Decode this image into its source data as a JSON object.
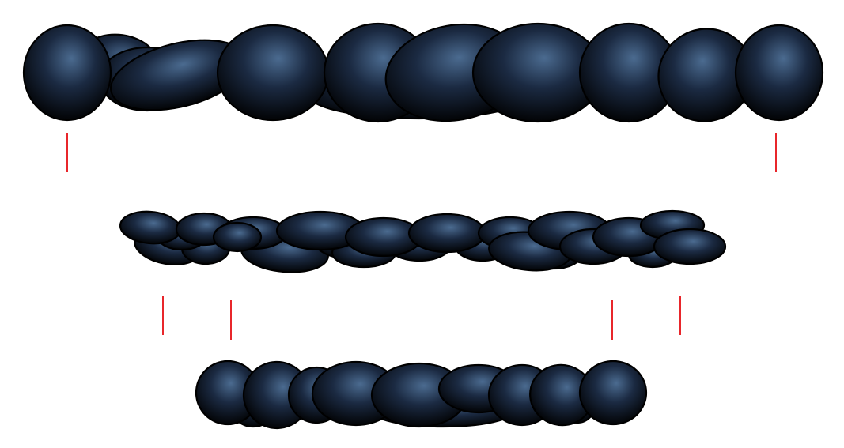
{
  "colors": {
    "background": "#ffffff",
    "bead_highlight": "#4b6b90",
    "bead_mid": "#1b2a42",
    "bead_shadow": "#000000",
    "marker": "#e8262b"
  },
  "strands": [
    {
      "name": "strand-top",
      "style": "large twisted beads",
      "bead_count": 12
    },
    {
      "name": "strand-middle",
      "style": "small tightly twisted beads",
      "bead_count": 24
    },
    {
      "name": "strand-bottom",
      "style": "medium twisted beads",
      "bead_count": 12
    }
  ],
  "markers": {
    "top_pair_count": 2,
    "lower_group_count": 4
  }
}
